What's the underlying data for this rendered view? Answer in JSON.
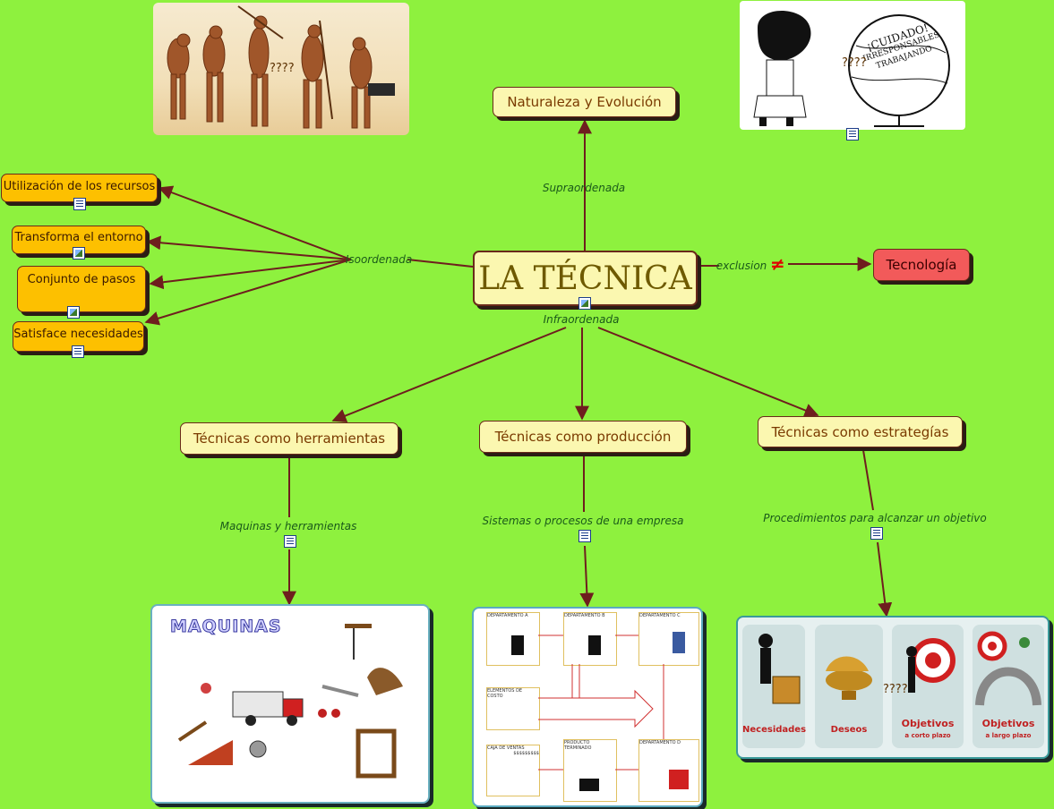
{
  "central": {
    "label": "LA TÉCNICA"
  },
  "top": {
    "label": "Naturaleza y Evolución",
    "link": "Supraordenada"
  },
  "right": {
    "label": "Tecnología",
    "link": "exclusion",
    "symbol": "≠"
  },
  "left": {
    "link": "Isoordenada",
    "items": [
      "Utilización de los recursos",
      "Transforma el entorno",
      "Conjunto de pasos",
      "Satisface necesidades"
    ]
  },
  "bottom": {
    "link": "Infraordenada",
    "branches": [
      {
        "label": "Técnicas como herramientas",
        "link": "Maquinas y herramientas"
      },
      {
        "label": "Técnicas como producción",
        "link": "Sistemas o procesos de una empresa"
      },
      {
        "label": "Técnicas como estrategías",
        "link": "Procedimientos para alcanzar un objetivo"
      }
    ]
  },
  "images": {
    "evolution": {
      "overlay": "????"
    },
    "mafalda": {
      "overlay": "????",
      "sign_lines": [
        "¡CUIDADO!",
        "IRRESPONSABLES",
        "TRABAJANDO"
      ]
    },
    "machines": {
      "title": "MAQUINAS"
    },
    "production": {
      "boxes": [
        "DEPARTAMENTO A",
        "DEPARTAMENTO B",
        "DEPARTAMENTO C",
        "ELEMENTOS DE COSTO",
        "DEPARTAMENTO D",
        "CAJA DE VENTAS",
        "PRODUCTO TERMINADO"
      ],
      "money": "$$$$$$$$$"
    },
    "strategies": {
      "overlay": "????",
      "items": [
        {
          "label": "Necesidades",
          "sub": ""
        },
        {
          "label": "Deseos",
          "sub": ""
        },
        {
          "label": "Objetivos",
          "sub": "a corto plazo"
        },
        {
          "label": "Objetivos",
          "sub": "a largo plazo"
        }
      ]
    }
  },
  "colors": {
    "background": "#8ef13e",
    "node_fill": "#fbf7b0",
    "orange_node": "#fdc000",
    "red_node": "#f25a5a",
    "line": "#6e1e1e",
    "link_text": "#1a5a1a"
  }
}
